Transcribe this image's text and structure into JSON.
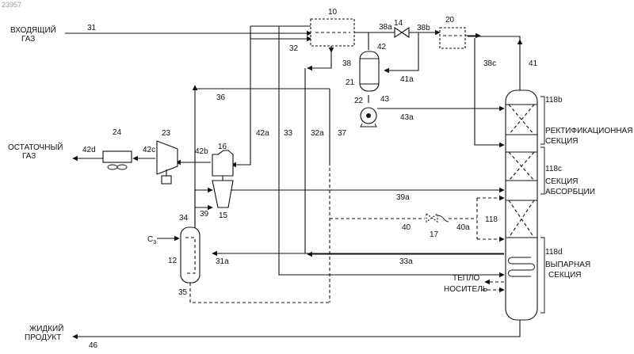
{
  "watermark": "23957",
  "inlet": {
    "line1": "ВХОДЯЩИЙ",
    "line2": "ГАЗ"
  },
  "residue": {
    "line1": "ОСТАТОЧНЫЙ",
    "line2": "ГАЗ"
  },
  "liquid": {
    "line1": "ЖИДКИЙ",
    "line2": "ПРОДУКТ"
  },
  "heat_medium": {
    "line1": "ТЕПЛО",
    "line2": "НОСИТЕЛЬ"
  },
  "sections": {
    "rect_line1": "РЕКТИФИКАЦИОННАЯ",
    "rect_line2": "СЕКЦИЯ",
    "abs_line1": "СЕКЦИЯ",
    "abs_line2": "АБСОРБЦИИ",
    "strip_line1": "ВЫПАРНАЯ",
    "strip_line2": "СЕКЦИЯ"
  },
  "labels": {
    "n10": "10",
    "n12": "12",
    "n14": "14",
    "n15": "15",
    "n16": "16",
    "n17": "17",
    "n20": "20",
    "n21": "21",
    "n22": "22",
    "n23": "23",
    "n24": "24",
    "s31": "31",
    "s31a": "31a",
    "s32": "32",
    "s32a": "32a",
    "s33": "33",
    "s33a": "33a",
    "s34": "34",
    "s35": "35",
    "s36": "36",
    "s37": "37",
    "s38": "38",
    "s38a": "38a",
    "s38b": "38b",
    "s38c": "38c",
    "s39": "39",
    "s39a": "39a",
    "s40": "40",
    "s40a": "40a",
    "s41": "41",
    "s41a": "41a",
    "s42": "42",
    "s42a": "42a",
    "s42b": "42b",
    "s42c": "42c",
    "s42d": "42d",
    "s43": "43",
    "s43a": "43a",
    "s46": "46",
    "c3": "C",
    "c3sub": "3",
    "t118": "118",
    "t118b": "118b",
    "t118c": "118c",
    "t118d": "118d"
  }
}
